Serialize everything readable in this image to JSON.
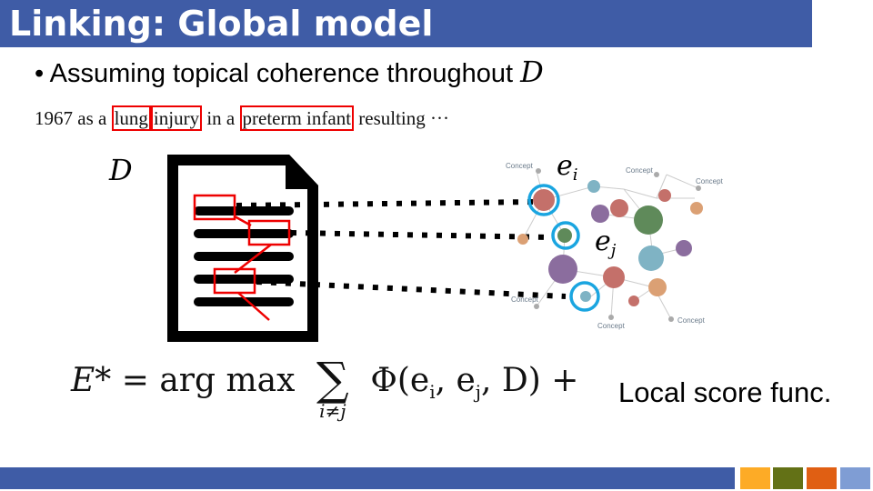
{
  "title": "Linking: Global model",
  "bullet": {
    "text": "Assuming topical coherence throughout",
    "symbol": "D"
  },
  "sentence": {
    "prefix": "1967 as a ",
    "m1": "lung",
    "m2": "injury",
    "mid": " in a ",
    "m3": "preterm infant",
    "suffix": " resulting ···"
  },
  "doc_label": "D",
  "graph": {
    "concept_label": "Concept",
    "ei": "e",
    "ei_sub": "i",
    "ej": "e",
    "ej_sub": "j"
  },
  "equation": {
    "lhs": "E* =",
    "op": "arg max",
    "sum": "∑",
    "sub": "i≠j",
    "body": "Φ(e",
    "i": "i",
    ",e": ", e",
    "j": "j",
    "tail": ", D) +",
    "local": "Local score func."
  },
  "colors": {
    "accent": "#3f5ca6",
    "sq1": "#fdab26",
    "sq2": "#637116",
    "sq3": "#e05f13",
    "sq4": "#7f9dd4",
    "mark": "#e00000",
    "circle": "#1aa5e0"
  }
}
